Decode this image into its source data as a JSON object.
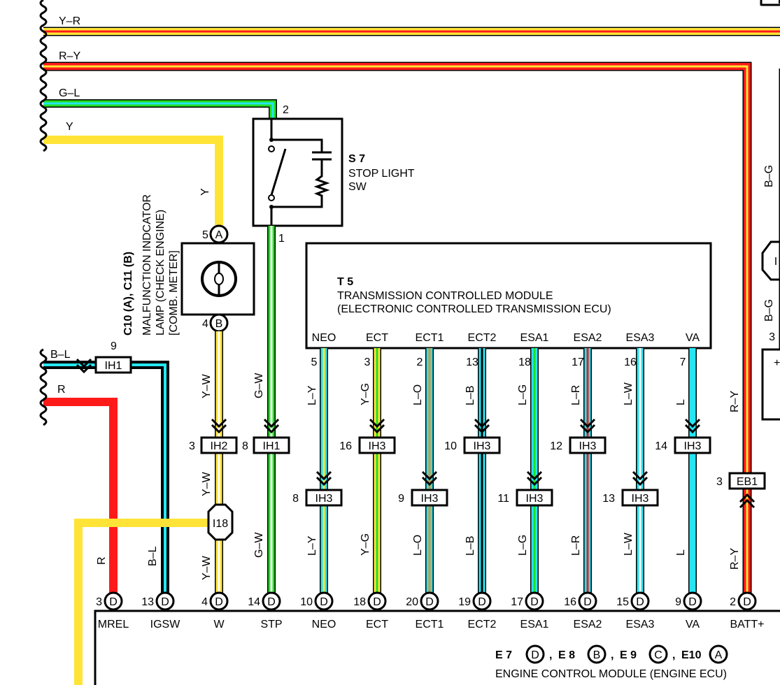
{
  "colors": {
    "Y": "#ffe437",
    "R": "#ff1a1a",
    "G": "#22e022",
    "L": "#25e6f4",
    "B": "#000000",
    "W": "#ffffff",
    "O": "#ff8a1a"
  },
  "top_wires": [
    {
      "label": "Y–R"
    },
    {
      "label": "R–Y"
    },
    {
      "label": "G–L"
    },
    {
      "label": "Y"
    },
    {
      "label": "B–L"
    },
    {
      "label": "R"
    }
  ],
  "stop_light_switch": {
    "code": "S 7",
    "name_line1": "STOP LIGHT",
    "name_line2": "SW",
    "pin_top": "2",
    "pin_bottom": "1"
  },
  "mil": {
    "conn_line": "C10 (A), C11 (B)",
    "name_line1": "MALFUNCTION INDCATOR",
    "name_line2": "LAMP (CHECK ENGINE)",
    "name_line3": "[COMB. METER]",
    "pin_top": "5",
    "pin_top_letter": "A",
    "pin_bottom": "4",
    "pin_bottom_letter": "B",
    "wire_label_top": "Y",
    "wire_label_mid": "Y–W",
    "conn_letter_C10": "A",
    "conn_letter_C11": "B"
  },
  "tcm": {
    "code": "T 5",
    "name_line1": "TRANSMISSION CONTROLLED MODULE",
    "name_line2": "(ELECTRONIC CONTROLLED TRANSMISSION ECU)"
  },
  "tcm_pins": [
    {
      "name": "NEO",
      "pin": "5",
      "wire": "L–Y",
      "j1_num": "8",
      "j1_label": "IH3",
      "ecm_pin": "10",
      "ecm_name": "NEO"
    },
    {
      "name": "ECT",
      "pin": "3",
      "wire": "Y–G",
      "j1_num": "16",
      "j1_label": "IH3",
      "ecm_pin": "18",
      "ecm_name": "ECT"
    },
    {
      "name": "ECT1",
      "pin": "2",
      "wire": "L–O",
      "j1_num": "9",
      "j1_label": "IH3",
      "ecm_pin": "20",
      "ecm_name": "ECT1"
    },
    {
      "name": "ECT2",
      "pin": "13",
      "wire": "L–B",
      "j1_num": "10",
      "j1_label": "IH3",
      "ecm_pin": "19",
      "ecm_name": "ECT2"
    },
    {
      "name": "ESA1",
      "pin": "18",
      "wire": "L–G",
      "j1_num": "11",
      "j1_label": "IH3",
      "ecm_pin": "17",
      "ecm_name": "ESA1"
    },
    {
      "name": "ESA2",
      "pin": "17",
      "wire": "L–R",
      "j1_num": "12",
      "j1_label": "IH3",
      "ecm_pin": "16",
      "ecm_name": "ESA2"
    },
    {
      "name": "ESA3",
      "pin": "16",
      "wire": "L–W",
      "j1_num": "13",
      "j1_label": "IH3",
      "ecm_pin": "15",
      "ecm_name": "ESA3"
    },
    {
      "name": "VA",
      "pin": "7",
      "wire": "L",
      "j1_num": "14",
      "j1_label": "IH3",
      "ecm_pin": "9",
      "ecm_name": "VA"
    }
  ],
  "left_branches": {
    "bl_junction_num": "9",
    "bl_junction_label": "IH1",
    "w_junction_num": "3",
    "w_junction_label": "IH2",
    "stp_junction_num": "8",
    "stp_junction_label": "IH1",
    "i18_label": "I18",
    "stp_wire": "G–W",
    "w_wire_low": "Y–W",
    "r_wire": "R",
    "bl_wire": "B–L"
  },
  "batt": {
    "junction_num": "3",
    "junction_label": "EB1",
    "wire": "R–Y",
    "wire_upper": "R–Y",
    "bg_label_1": "B–G",
    "bg_label_2": "B–G",
    "right_conn_letter": "I",
    "right_pin": "3",
    "right_plus": "+"
  },
  "ecm_left_pins": [
    {
      "pin": "3",
      "name": "MREL"
    },
    {
      "pin": "13",
      "name": "IGSW"
    },
    {
      "pin": "4",
      "name": "W"
    },
    {
      "pin": "14",
      "name": "STP"
    }
  ],
  "ecm_batt": {
    "pin": "2",
    "name": "BATT+"
  },
  "ecm": {
    "conn_E7": "E 7",
    "conn_E7_letter": "D",
    "conn_E8": "E 8",
    "conn_E8_letter": "B",
    "conn_E9": "E 9",
    "conn_E9_letter": "C",
    "conn_E10": "E10",
    "conn_E10_letter": "A",
    "name": "ENGINE CONTROL MODULE (ENGINE ECU)",
    "pin_letter": "D"
  }
}
